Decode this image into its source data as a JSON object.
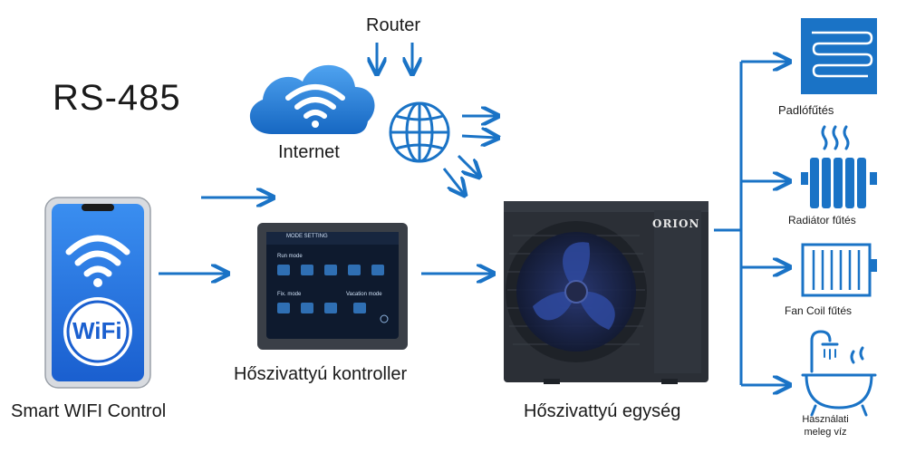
{
  "title": "RS-485",
  "nodes": {
    "router": "Router",
    "internet": "Internet",
    "smart_control": "Smart WIFI Control",
    "controller": "Hőszivattyú kontroller",
    "unit": "Hőszivattyú egység",
    "unit_brand": "ORION",
    "wifi_badge": "WiFi"
  },
  "controller_screen": {
    "header": "MODE SETTING",
    "run_mode": "Run mode",
    "fix_mode": "Fix. mode",
    "vacation_mode": "Vacation mode"
  },
  "outputs": [
    {
      "label": "Padlófűtés",
      "icon": "floor-heating-icon"
    },
    {
      "label": "Radiátor fűtés",
      "icon": "radiator-icon"
    },
    {
      "label": "Fan Coil fűtés",
      "icon": "fan-coil-icon"
    },
    {
      "label_line1": "Használati",
      "label_line2": "meleg víz",
      "icon": "bathtub-shower-icon"
    }
  ],
  "colors": {
    "accent_blue": "#1a73c6",
    "dark_unit": "#2b2f36",
    "controller_frame": "#3a3f47"
  }
}
